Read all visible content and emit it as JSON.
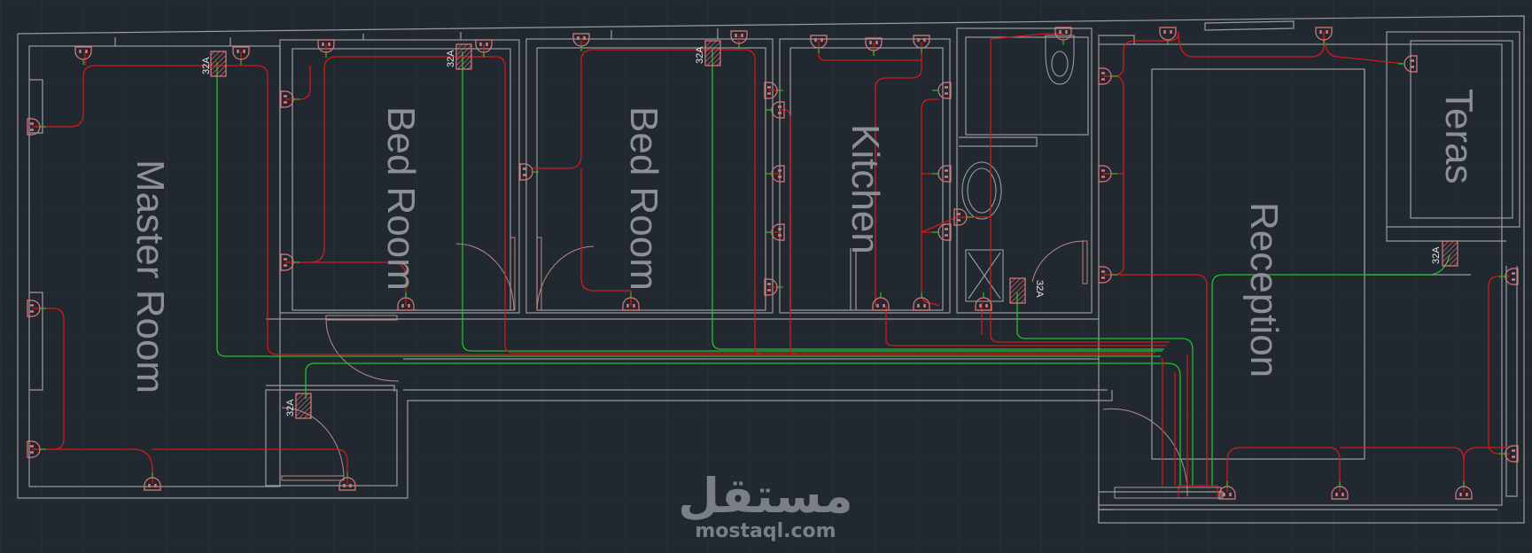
{
  "rooms": {
    "master_room": "Master Room",
    "bed_room_1": "Bed Room",
    "bed_room_2": "Bed Room",
    "kitchen": "Kitchen",
    "reception": "Reception",
    "teras": "Teras"
  },
  "breaker_rating": "32A",
  "watermark": {
    "arabic": "مستقل",
    "site": "mostaql.com"
  },
  "colors": {
    "background": "#212830",
    "walls": "#9a9ca0",
    "live_wire": "#d11a1a",
    "earth_wire": "#22c02c",
    "fixture": "#e07a7a"
  }
}
